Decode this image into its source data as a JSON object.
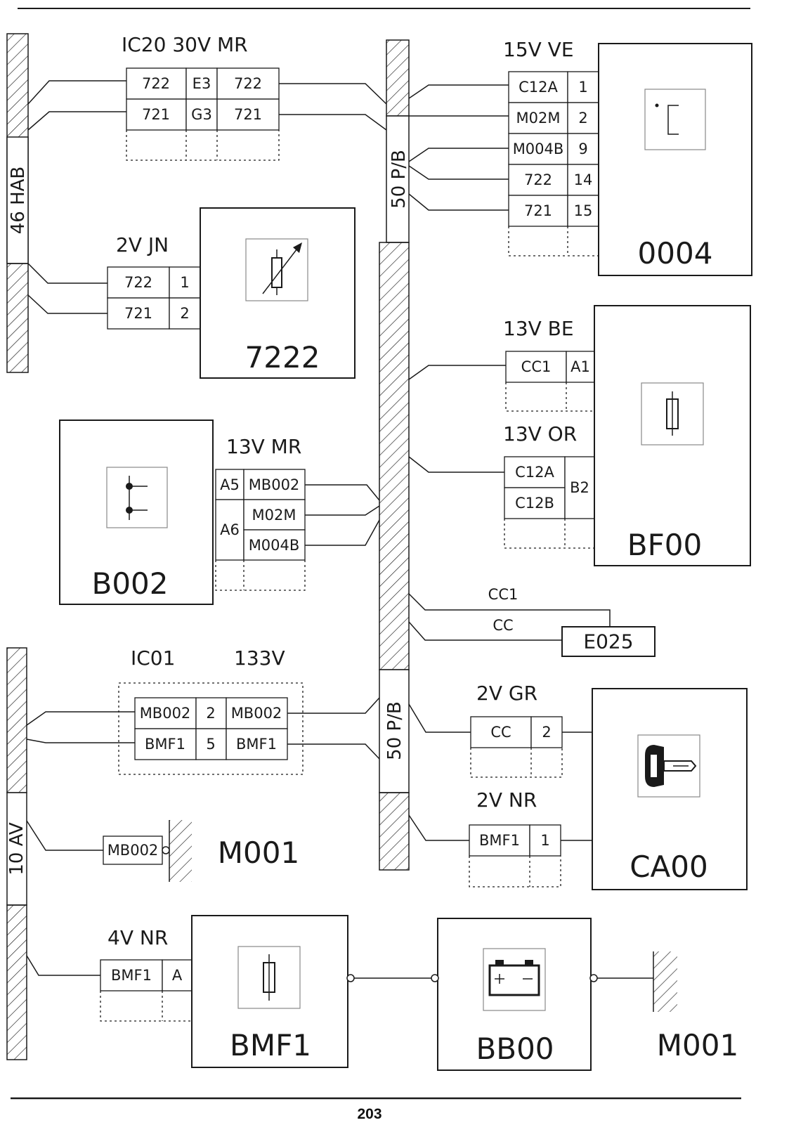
{
  "page_number": "203",
  "harnesses": {
    "hab": "46 HAB",
    "av": "10 AV",
    "pb_upper": "50 P/B",
    "pb_lower": "50 P/B"
  },
  "connectors": {
    "ic20": {
      "label": "IC20 30V MR",
      "rows": [
        [
          "722",
          "E3",
          "722"
        ],
        [
          "721",
          "G3",
          "721"
        ]
      ]
    },
    "v15": {
      "label": "15V VE",
      "rows": [
        [
          "C12A",
          "1"
        ],
        [
          "M02M",
          "2"
        ],
        [
          "M004B",
          "9"
        ],
        [
          "722",
          "14"
        ],
        [
          "721",
          "15"
        ]
      ]
    },
    "v2jn": {
      "label": "2V JN",
      "rows": [
        [
          "722",
          "1"
        ],
        [
          "721",
          "2"
        ]
      ]
    },
    "v13be": {
      "label": "13V BE",
      "rows": [
        [
          "CC1",
          "A1"
        ]
      ]
    },
    "v13or": {
      "label": "13V OR",
      "wires": [
        "C12A",
        "C12B"
      ],
      "pin": "B2"
    },
    "v13mr": {
      "label": "13V MR",
      "pins": [
        "A5",
        "A6"
      ],
      "wires": [
        "MB002",
        "M02M",
        "M004B"
      ]
    },
    "ic01": {
      "label_left": "IC01",
      "label_right": "133V",
      "rows": [
        [
          "MB002",
          "2",
          "MB002"
        ],
        [
          "BMF1",
          "5",
          "BMF1"
        ]
      ]
    },
    "v2gr": {
      "label": "2V GR",
      "rows": [
        [
          "CC",
          "2"
        ]
      ]
    },
    "v2nr": {
      "label": "2V NR",
      "rows": [
        [
          "BMF1",
          "1"
        ]
      ]
    },
    "v4nr": {
      "label": "4V NR",
      "rows": [
        [
          "BMF1",
          "A"
        ]
      ]
    },
    "m001_term": "MB002"
  },
  "components": {
    "c0004": "0004",
    "c7222": "7222",
    "cbf00": "BF00",
    "cb002": "B002",
    "cca00": "CA00",
    "cbmf1": "BMF1",
    "cbb00": "BB00",
    "ce025": "E025"
  },
  "wire_labels": {
    "cc1": "CC1",
    "cc": "CC"
  },
  "grounds": {
    "g1": "M001",
    "g2": "M001"
  },
  "icons": [
    "thermal-switch-icon",
    "variable-resistor-icon",
    "fuse-icon",
    "relay-contact-icon",
    "ignition-key-icon",
    "battery-icon",
    "ground-hatch-icon"
  ]
}
